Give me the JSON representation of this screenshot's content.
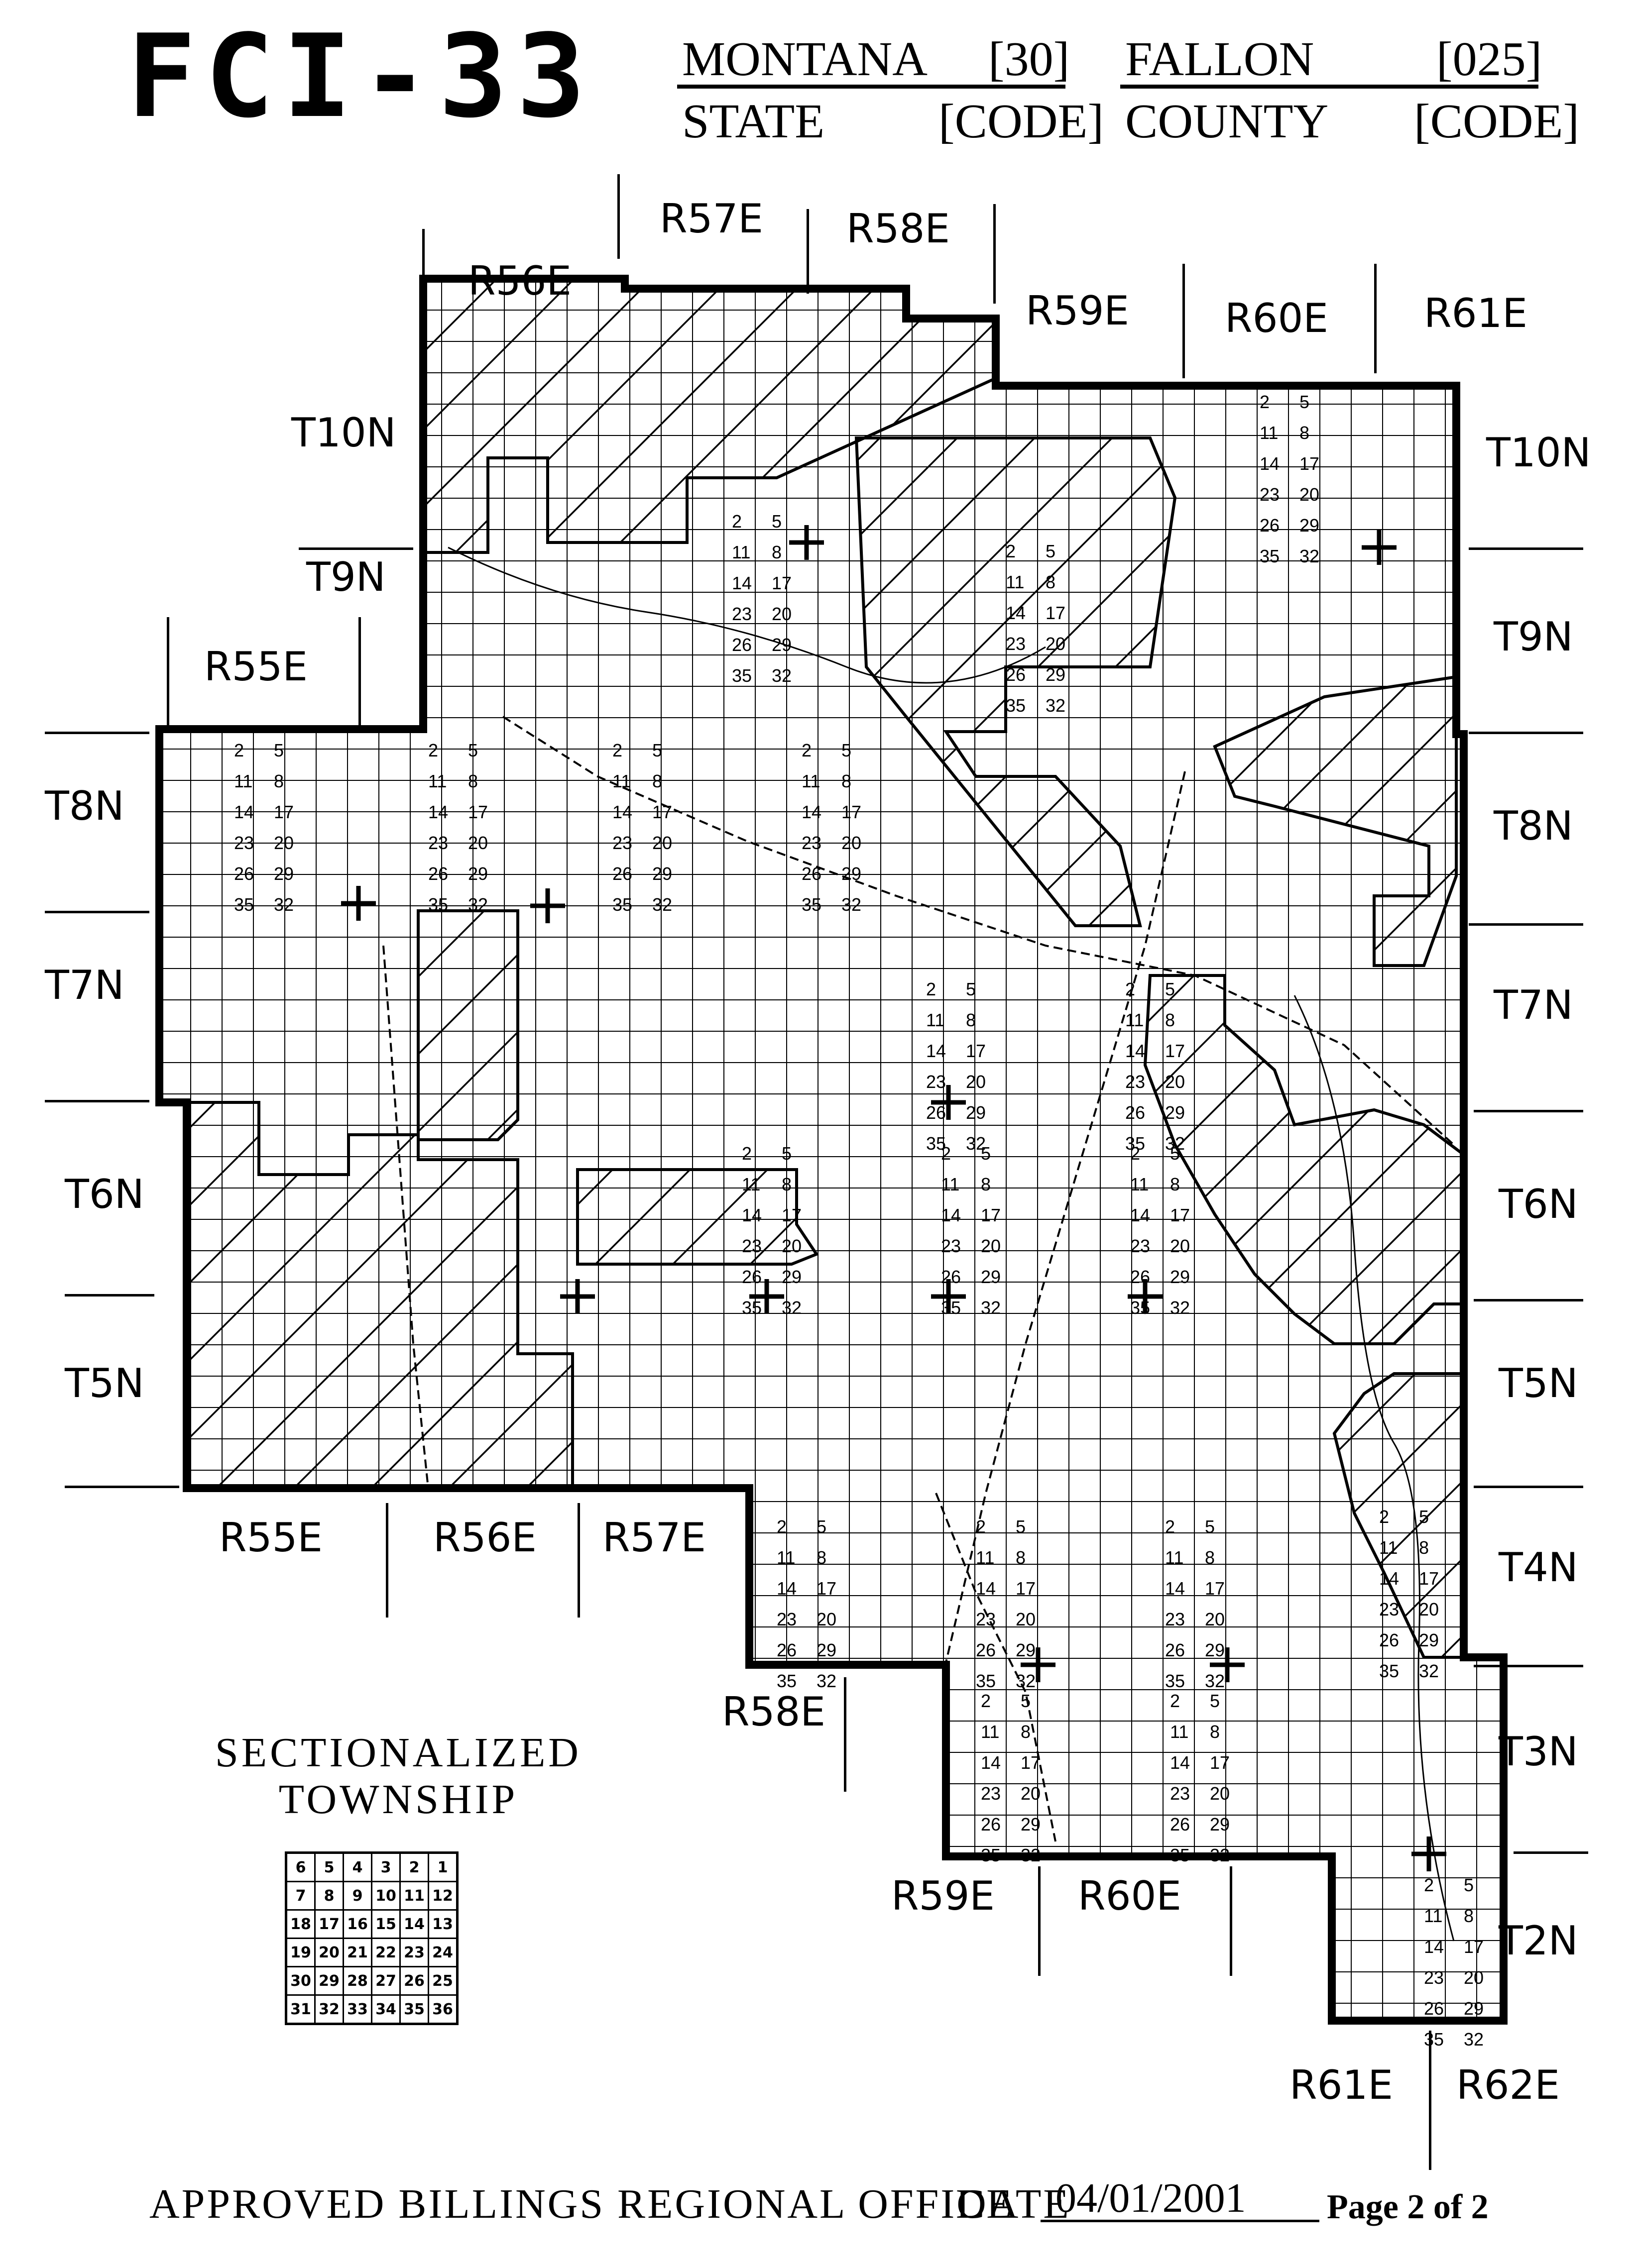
{
  "form_id": "FCI-33",
  "header": {
    "state_name": "MONTANA",
    "state_code": "[30]",
    "state_label": "STATE",
    "state_code_label": "[CODE]",
    "county_name": "FALLON",
    "county_code": "[025]",
    "county_label": "COUNTY",
    "county_code_label": "[CODE]"
  },
  "map": {
    "range_labels": [
      "R57E",
      "R58E",
      "R56E",
      "R59E",
      "R60E",
      "R61E",
      "R55E",
      "R55E",
      "R56E",
      "R57E",
      "R58E",
      "R59E",
      "R60E",
      "R61E",
      "R62E"
    ],
    "township_labels_left": [
      "T10N",
      "T9N",
      "T8N",
      "T7N",
      "T6N",
      "T5N"
    ],
    "township_labels_right": [
      "T10N",
      "T9N",
      "T8N",
      "T7N",
      "T6N",
      "T5N",
      "T4N",
      "T3N",
      "T2N"
    ],
    "section_numbers": [
      "2",
      "5",
      "8",
      "11",
      "14",
      "17",
      "20",
      "23",
      "26",
      "29",
      "32",
      "35"
    ],
    "colors": {
      "ink": "#000000",
      "paper": "#ffffff"
    }
  },
  "legend": {
    "title_line1": "SECTIONALIZED",
    "title_line2": "TOWNSHIP",
    "grid": [
      [
        "6",
        "5",
        "4",
        "3",
        "2",
        "1"
      ],
      [
        "7",
        "8",
        "9",
        "10",
        "11",
        "12"
      ],
      [
        "18",
        "17",
        "16",
        "15",
        "14",
        "13"
      ],
      [
        "19",
        "20",
        "21",
        "22",
        "23",
        "24"
      ],
      [
        "30",
        "29",
        "28",
        "27",
        "26",
        "25"
      ],
      [
        "31",
        "32",
        "33",
        "34",
        "35",
        "36"
      ]
    ]
  },
  "footer": {
    "approved": "APPROVED BILLINGS REGIONAL OFFICE",
    "date_label": "DATE",
    "date_value": "04/01/2001",
    "page": "Page 2 of 2"
  }
}
